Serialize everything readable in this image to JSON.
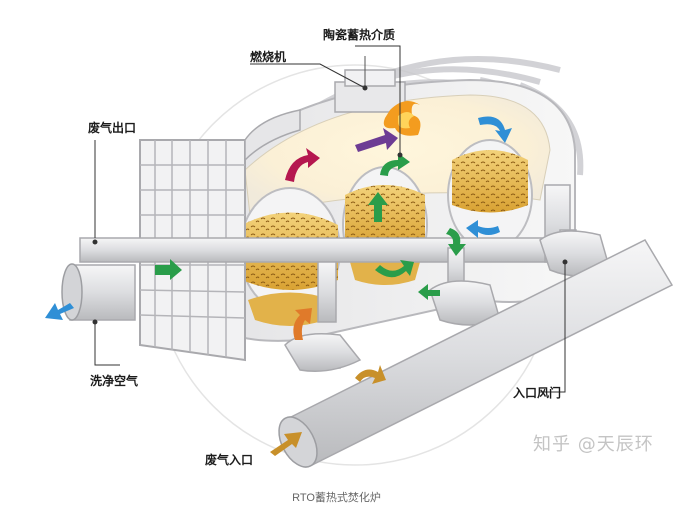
{
  "labels": {
    "ceramic_media": "陶瓷蓄热介质",
    "burner": "燃烧机",
    "exhaust_outlet": "废气出口",
    "clean_air": "洗净空气",
    "inlet_fan": "入口风门",
    "exhaust_inlet": "废气入口"
  },
  "caption": "RTO蓄热式焚化炉",
  "watermark": "知乎 @天辰环",
  "colors": {
    "flow_green": "#2a9d4a",
    "flow_blue": "#2f8fd6",
    "flow_purple": "#6d3c94",
    "flow_red": "#b5174f",
    "flow_orange": "#e07a2a",
    "flow_gold": "#c8902a",
    "media_fill": "#e7b94a",
    "pipe": "#dcdde0",
    "body": "#eeeeee"
  }
}
